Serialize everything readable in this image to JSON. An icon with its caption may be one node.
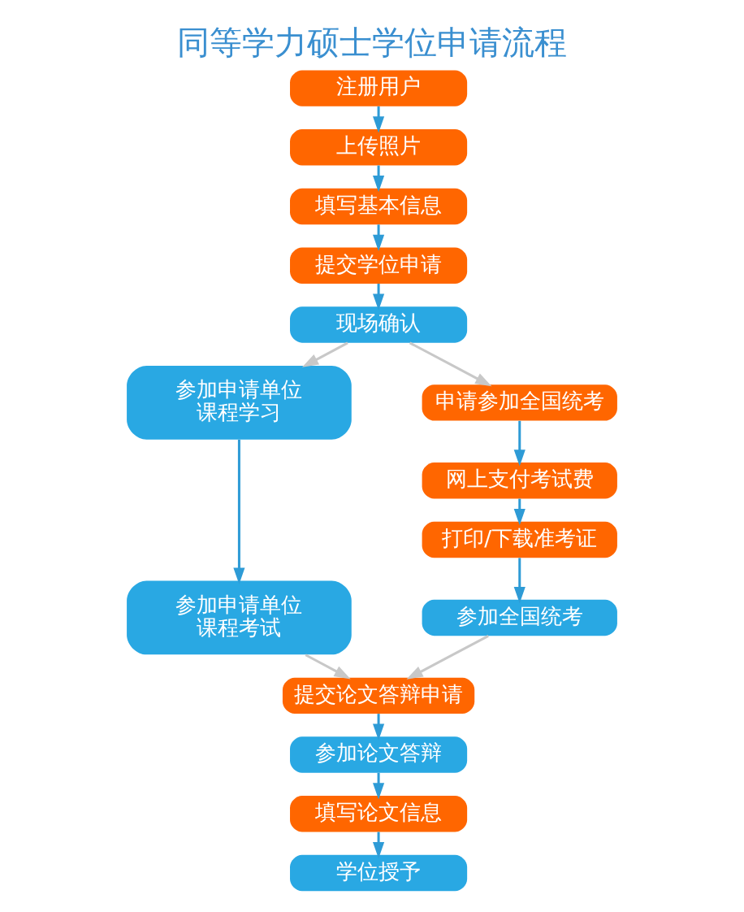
{
  "diagram": {
    "title": "同等学力硕士学位申请流程",
    "nodes": [
      {
        "text": [
          "注册用户"
        ]
      },
      {
        "text": [
          "上传照片"
        ]
      },
      {
        "text": [
          "填写基本信息"
        ]
      },
      {
        "text": [
          "提交学位申请"
        ]
      },
      {
        "text": [
          "现场确认"
        ]
      },
      {
        "text": [
          "参加申请单位课程学习"
        ]
      },
      {
        "text": [
          "参加申请单位课程考试"
        ]
      },
      {
        "text": [
          "申请参加全国统考"
        ]
      },
      {
        "text": [
          "网上支付考试费"
        ]
      },
      {
        "text": [
          "打印/下载准考证"
        ]
      },
      {
        "text": [
          "参加全国统考"
        ]
      },
      {
        "text": [
          "提交论文答辩申请"
        ]
      },
      {
        "text": [
          "参加论文答辩"
        ]
      },
      {
        "text": [
          "填写论文信息"
        ]
      },
      {
        "text": [
          "学位授予"
        ]
      }
    ],
    "edges": [
      {
        "from": 0,
        "to": 1,
        "arrow": "to"
      },
      {
        "from": 1,
        "to": 2,
        "arrow": "to"
      },
      {
        "from": 2,
        "to": 3,
        "arrow": "to"
      },
      {
        "from": 3,
        "to": 4,
        "arrow": "to"
      },
      {
        "from": 4,
        "to": 5,
        "arrow": "to",
        "color": "#c8c8c8"
      },
      {
        "from": 4,
        "to": 7,
        "arrow": "to",
        "color": "#c8c8c8"
      },
      {
        "from": 5,
        "to": 6,
        "arrow": "to"
      },
      {
        "from": 7,
        "to": 8,
        "arrow": "to"
      },
      {
        "from": 8,
        "to": 9,
        "arrow": "to"
      },
      {
        "from": 9,
        "to": 10,
        "arrow": "to"
      },
      {
        "from": 6,
        "to": 11,
        "arrow": "to",
        "color": "#c8c8c8"
      },
      {
        "from": 10,
        "to": 11,
        "arrow": "to",
        "color": "#c8c8c8"
      },
      {
        "from": 11,
        "to": 12,
        "arrow": "to"
      },
      {
        "from": 12,
        "to": 13,
        "arrow": "to"
      },
      {
        "from": 13,
        "to": 14,
        "arrow": "to"
      }
    ]
  }
}
